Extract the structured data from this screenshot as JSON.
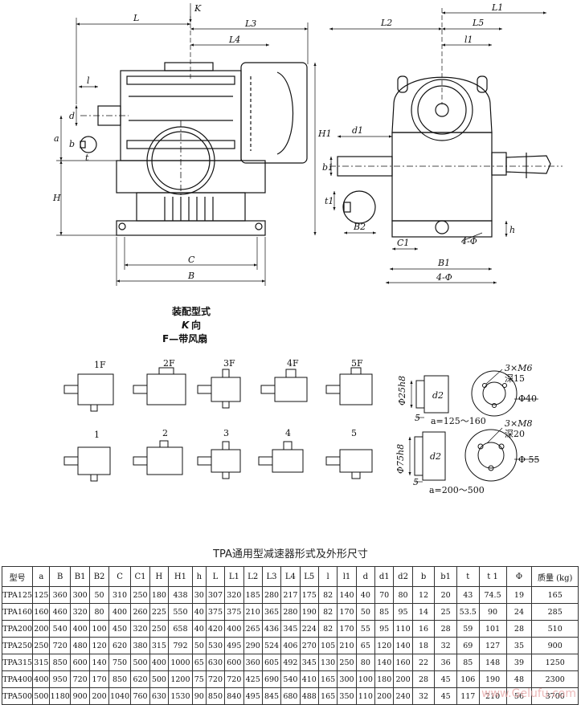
{
  "drawing": {
    "dims_main": [
      "L",
      "K",
      "L3",
      "L4",
      "l",
      "d",
      "a",
      "b",
      "t",
      "H",
      "C",
      "B",
      "H1"
    ],
    "dims_side": [
      "L1",
      "L2",
      "L5",
      "l1",
      "d1",
      "b1",
      "t1",
      "B2",
      "C1",
      "B1",
      "4-Φ",
      "h"
    ],
    "caption": {
      "line1": "装配型式",
      "line2_k": "K",
      "line2_rest": "向",
      "line3": "F—带风扇"
    },
    "variants_fan": [
      "1F",
      "2F",
      "3F",
      "4F",
      "5F"
    ],
    "variants": [
      "1",
      "2",
      "3",
      "4",
      "5"
    ],
    "detail_small": {
      "shaft_fit": "Φ25h8",
      "d2": "d2",
      "five": "5",
      "range": "a=125～160",
      "holes": "3×M6",
      "depth": "深15",
      "dia": "Φ40"
    },
    "detail_large": {
      "shaft_fit": "Φ75h8",
      "d2": "d2",
      "five": "5",
      "range": "a=200～500",
      "holes": "3×M8",
      "depth": "深20",
      "dia": "Φ 55"
    }
  },
  "table": {
    "title": "TPA通用型减速器形式及外形尺寸",
    "headers": [
      "型号",
      "a",
      "B",
      "B1",
      "B2",
      "C",
      "C1",
      "H",
      "H1",
      "h",
      "L",
      "L1",
      "L2",
      "L3",
      "L4",
      "L5",
      "l",
      "l1",
      "d",
      "d1",
      "d2",
      "b",
      "b1",
      "t",
      "t 1",
      "Φ",
      "质量 (kg)"
    ],
    "rows": [
      [
        "TPA125",
        "125",
        "360",
        "300",
        "50",
        "310",
        "250",
        "180",
        "438",
        "30",
        "307",
        "320",
        "185",
        "280",
        "217",
        "175",
        "82",
        "140",
        "40",
        "70",
        "80",
        "12",
        "20",
        "43",
        "74.5",
        "19",
        "165"
      ],
      [
        "TPA160",
        "160",
        "460",
        "320",
        "80",
        "400",
        "260",
        "225",
        "550",
        "40",
        "375",
        "375",
        "210",
        "365",
        "280",
        "190",
        "82",
        "170",
        "50",
        "85",
        "95",
        "14",
        "25",
        "53.5",
        "90",
        "24",
        "285"
      ],
      [
        "TPA200",
        "200",
        "540",
        "400",
        "100",
        "450",
        "320",
        "250",
        "658",
        "40",
        "420",
        "400",
        "265",
        "436",
        "345",
        "224",
        "82",
        "170",
        "55",
        "95",
        "110",
        "16",
        "28",
        "59",
        "101",
        "28",
        "510"
      ],
      [
        "TPA250",
        "250",
        "720",
        "480",
        "120",
        "620",
        "380",
        "315",
        "792",
        "50",
        "530",
        "495",
        "290",
        "524",
        "406",
        "270",
        "105",
        "210",
        "65",
        "120",
        "140",
        "18",
        "32",
        "69",
        "127",
        "35",
        "900"
      ],
      [
        "TPA315",
        "315",
        "850",
        "600",
        "140",
        "750",
        "500",
        "400",
        "1000",
        "65",
        "630",
        "600",
        "360",
        "605",
        "492",
        "345",
        "130",
        "250",
        "80",
        "140",
        "160",
        "22",
        "36",
        "85",
        "148",
        "39",
        "1250"
      ],
      [
        "TPA400",
        "400",
        "950",
        "720",
        "170",
        "850",
        "620",
        "500",
        "1200",
        "75",
        "720",
        "720",
        "425",
        "690",
        "540",
        "410",
        "165",
        "300",
        "100",
        "180",
        "200",
        "28",
        "45",
        "106",
        "190",
        "48",
        "2300"
      ],
      [
        "TPA500",
        "500",
        "1180",
        "900",
        "200",
        "1040",
        "760",
        "630",
        "1530",
        "90",
        "850",
        "840",
        "495",
        "845",
        "680",
        "488",
        "165",
        "350",
        "110",
        "200",
        "240",
        "32",
        "45",
        "117",
        "210",
        "56",
        "3700"
      ]
    ]
  },
  "watermark": "www.Gelufu.com"
}
